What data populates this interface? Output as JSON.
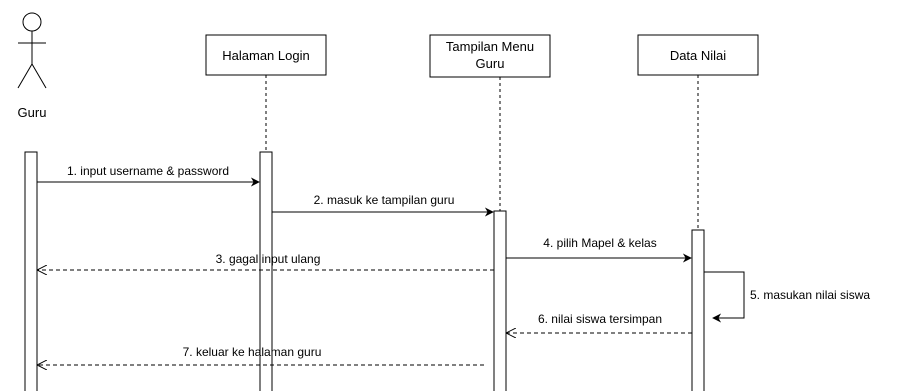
{
  "actor": {
    "label": "Guru"
  },
  "participants": [
    {
      "id": "halaman-login",
      "lines": [
        "Halaman Login"
      ]
    },
    {
      "id": "tampilan-menu-guru",
      "lines": [
        "Tampilan Menu",
        "Guru"
      ]
    },
    {
      "id": "data-nilai",
      "lines": [
        "Data Nilai"
      ]
    }
  ],
  "messages": [
    {
      "label": "1. input username & password",
      "type": "sync",
      "from": "guru",
      "to": "halaman-login"
    },
    {
      "label": "2. masuk ke tampilan guru",
      "type": "sync",
      "from": "halaman-login",
      "to": "tampilan-menu-guru"
    },
    {
      "label": "3. gagal input ulang",
      "type": "return",
      "from": "tampilan-menu-guru",
      "to": "guru"
    },
    {
      "label": "4. pilih Mapel & kelas",
      "type": "sync",
      "from": "tampilan-menu-guru",
      "to": "data-nilai"
    },
    {
      "label": "5. masukan nilai siswa",
      "type": "self",
      "from": "data-nilai",
      "to": "data-nilai"
    },
    {
      "label": "6. nilai siswa tersimpan",
      "type": "return",
      "from": "data-nilai",
      "to": "tampilan-menu-guru"
    },
    {
      "label": "7. keluar ke halaman guru",
      "type": "return",
      "from": "tampilan-menu-guru",
      "to": "guru"
    }
  ]
}
